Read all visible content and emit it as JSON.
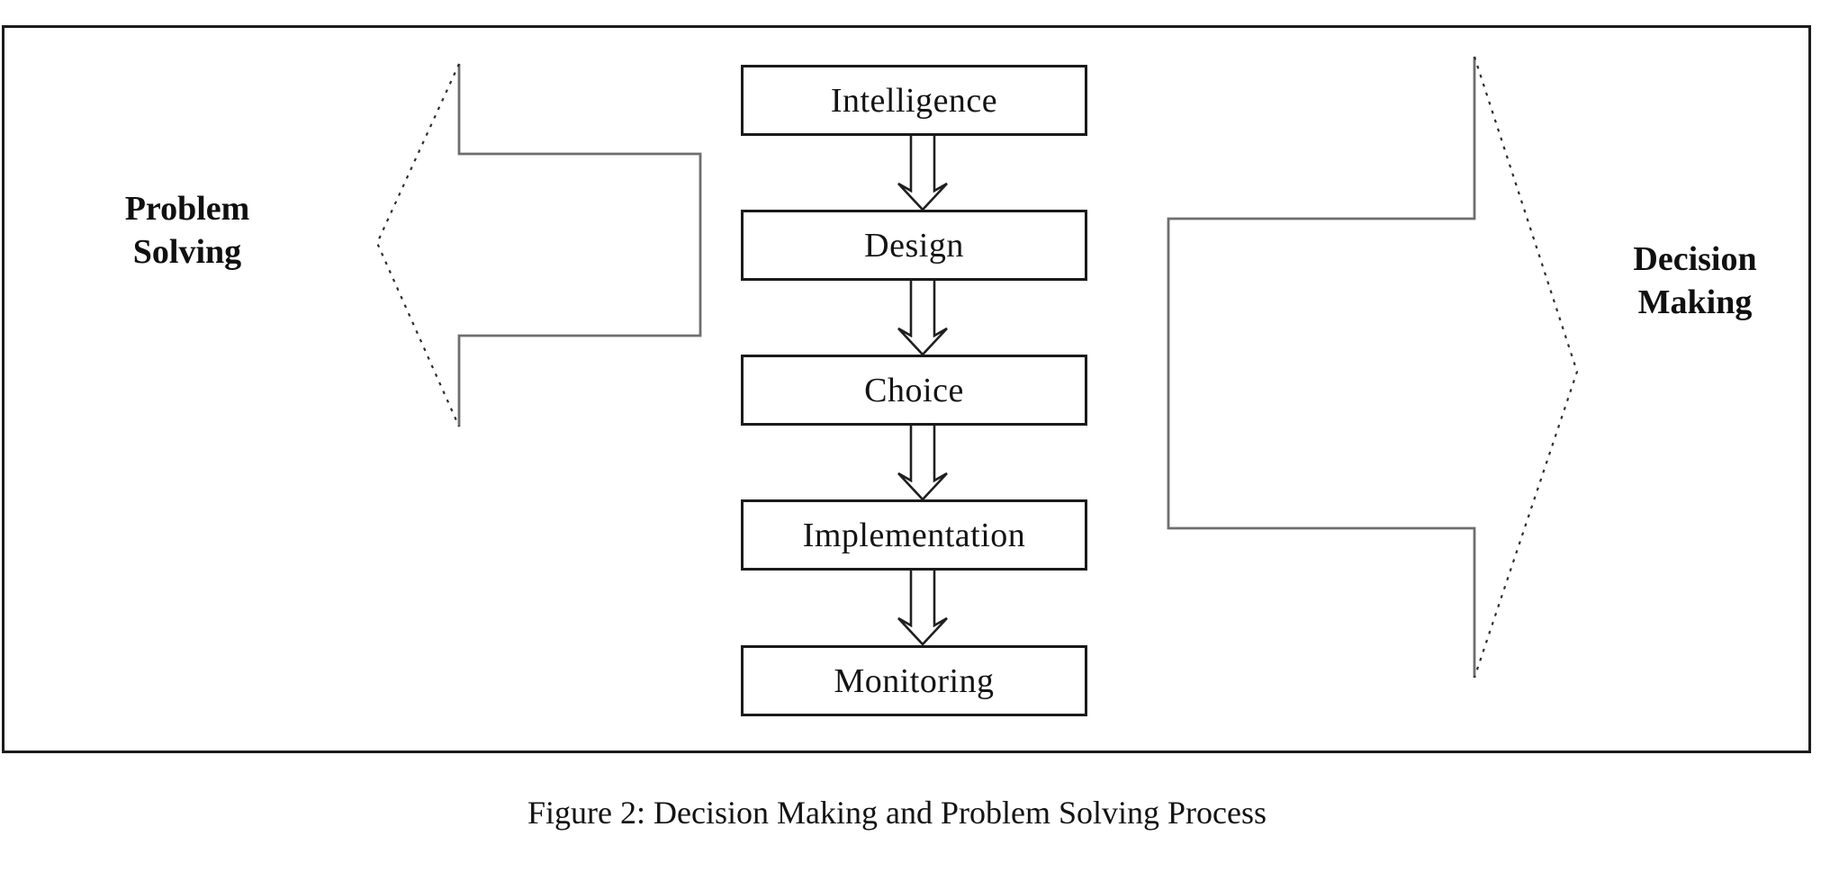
{
  "figure": {
    "stages": [
      "Intelligence",
      "Design",
      "Choice",
      "Implementation",
      "Monitoring"
    ],
    "left_label": {
      "line1": "Problem",
      "line2": "Solving"
    },
    "right_label": {
      "line1": "Decision",
      "line2": "Making"
    },
    "caption": "Figure 2: Decision Making and Problem Solving Process"
  },
  "colors": {
    "background": "#ffffff",
    "frame_border": "#1c1c1c",
    "stage_box_border": "#1a1a1a",
    "text": "#141414",
    "block_arrow_solid_edge": "#6e6e6e",
    "block_arrow_dashed_edge": "#2e2e2e",
    "connector_arrow": "#1f1f1f"
  }
}
